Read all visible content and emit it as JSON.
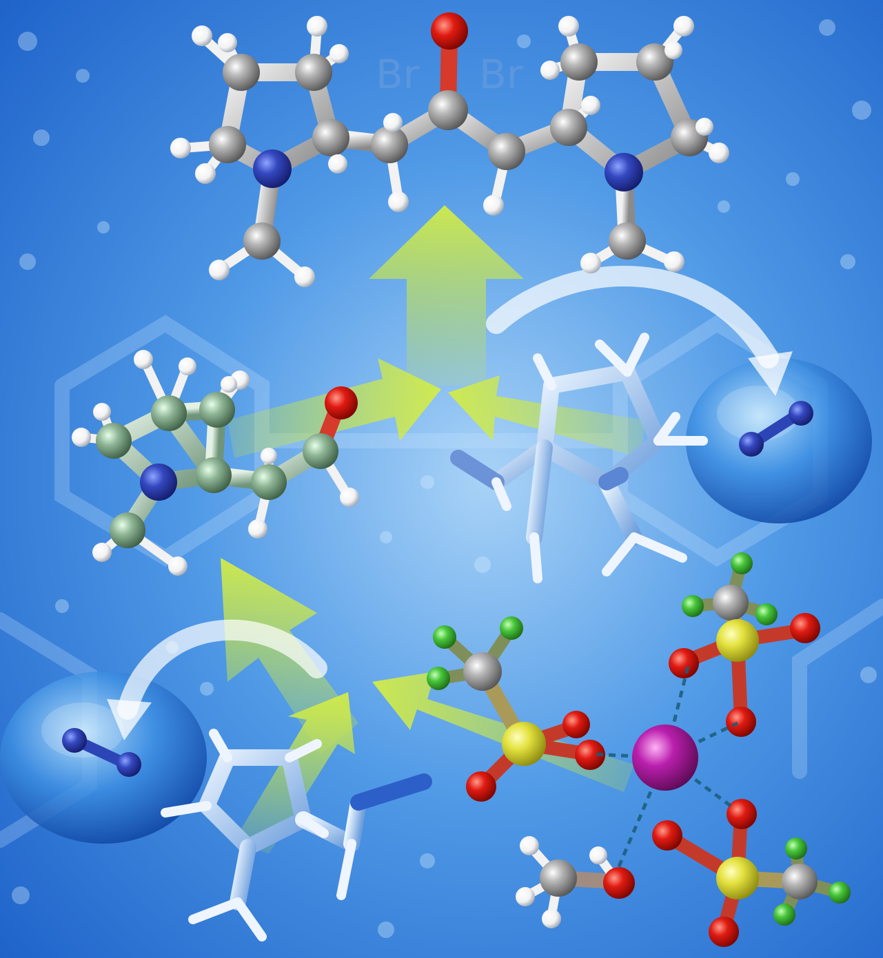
{
  "background": {
    "watermark_labels": [
      "Br",
      "Br"
    ],
    "colors": {
      "deep": "#1e62c9",
      "mid": "#4f99e6",
      "light": "#a9d3f7"
    }
  },
  "atom_colors": {
    "carbon": "#9a9a9a",
    "hydrogen": "#ffffff",
    "nitrogen": "#2c45b6",
    "oxygen": "#e01b12",
    "sulfur": "#dede3a",
    "fluorine": "#43c43a",
    "metal": "#b41fa8"
  },
  "arrow_color": "#c6e43c",
  "molecules": [
    "product-diketone",
    "enaminone-intermediate",
    "imine-intermediate",
    "dinitrogen-top",
    "dinitrogen-bottom",
    "diazo-precursor",
    "triflate-1",
    "triflate-2",
    "triflate-3",
    "methanol",
    "metal-center"
  ]
}
